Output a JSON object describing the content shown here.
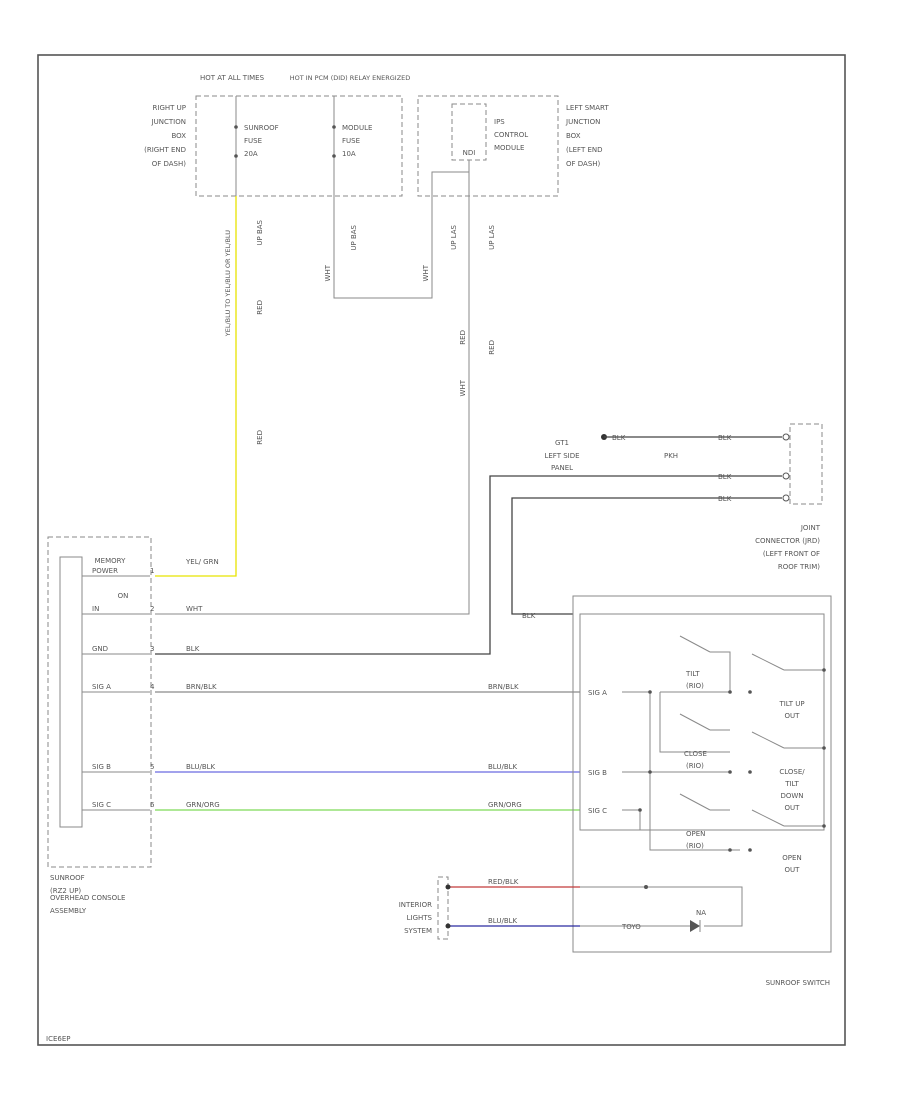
{
  "diagram_code": "ICE6EP",
  "fuse_box": {
    "hot_at_all_times": "HOT AT ALL TIMES",
    "hot_in_pcm_relay": "HOT IN PCM (DID) RELAY ENERGIZED",
    "right_junction_box": [
      "RIGHT UP",
      "JUNCTION",
      "BOX",
      "(RIGHT END",
      "OF DASH)"
    ],
    "sunroof_fuse": [
      "SUNROOF",
      "FUSE",
      "20A"
    ],
    "module_fuse": [
      "MODULE",
      "FUSE",
      "10A"
    ]
  },
  "ips_module": {
    "label": [
      "IPS",
      "CONTROL",
      "MODULE"
    ],
    "pin": "NDI",
    "left_junction_box": [
      "LEFT SMART",
      "JUNCTION",
      "BOX",
      "(LEFT END",
      "OF DASH)"
    ]
  },
  "vertical_wires": {
    "w1_pin": "UP BAS",
    "w1_color_top": "RED",
    "w1_alt_note": "YEL/BLU TO YEL/BLU OR YEL/BLU",
    "w1_color_bottom": "RED",
    "w2_pin": "UP BAS",
    "w2_color": "WHT",
    "w3_pin": "UP LAS",
    "w3_color": "WHT",
    "w4_pin": "UP LAS",
    "w4_color_top": "RED",
    "w4_color_mid": "WHT",
    "w4_color_bottom": "RED"
  },
  "ground": {
    "g_label": "GT1",
    "location": [
      "LEFT SIDE",
      "PANEL"
    ],
    "wire1": "BLK",
    "wire2": "BLK",
    "wire3": "BLK",
    "wire_bottom": "BLK",
    "mid_label": "PKH"
  },
  "joint_connector": [
    "JOINT",
    "CONNECTOR (JRD)",
    "(LEFT FRONT OF",
    "ROOF TRIM)"
  ],
  "memory_module": {
    "header": "MEMORY",
    "pins": [
      {
        "name": "POWER",
        "num": "1",
        "color": "YEL/ GRN"
      },
      {
        "name": "IN",
        "num": "2",
        "color": "WHT"
      },
      {
        "name": "GND",
        "num": "3",
        "color": "BLK"
      },
      {
        "name": "SIG A",
        "num": "4",
        "color": "BRN/BLK"
      },
      {
        "name": "SIG B",
        "num": "5",
        "color": "BLU/BLK"
      },
      {
        "name": "SIG C",
        "num": "6",
        "color": "GRN/ORG"
      }
    ],
    "in_prefix": "ON",
    "sublabel": [
      "SUNROOF",
      "(RZ2 UP)"
    ]
  },
  "console_label": [
    "OVERHEAD CONSOLE",
    "ASSEMBLY"
  ],
  "sunroof_switch": {
    "pins": [
      {
        "label": "SIG A",
        "color": "BRN/BLK"
      },
      {
        "label": "SIG B",
        "color": "BLU/BLK"
      },
      {
        "label": "SIG C",
        "color": "GRN/ORG"
      }
    ],
    "switches": [
      {
        "label": [
          "TILT",
          "(RIO)"
        ]
      },
      {
        "label": [
          "CLOSE",
          "(RIO)"
        ]
      },
      {
        "label": [
          "OPEN",
          "(RIO)"
        ]
      }
    ],
    "outputs": [
      [
        "TILT UP",
        "OUT"
      ],
      [
        "CLOSE/",
        "TILT",
        "DOWN",
        "OUT"
      ],
      [
        "OPEN",
        "OUT"
      ]
    ],
    "top_wire_label": "BLK",
    "name": "SUNROOF SWITCH"
  },
  "interior_lights": {
    "label": [
      "INTERIOR",
      "LIGHTS",
      "SYSTEM"
    ],
    "wire1": "RED/BLK",
    "wire2": "BLU/BLK",
    "inner_label": "TOYO",
    "led_label": "NA"
  },
  "colors": {
    "frame": "#555555",
    "wire_gray": "#8a8a8a",
    "wire_dark": "#444444",
    "wire_yellow": "#e7e300",
    "wire_blue": "#6a6ae0",
    "wire_green": "#7ed957",
    "wire_red": "#c23a3a",
    "wire_navy": "#2a2aa0"
  }
}
